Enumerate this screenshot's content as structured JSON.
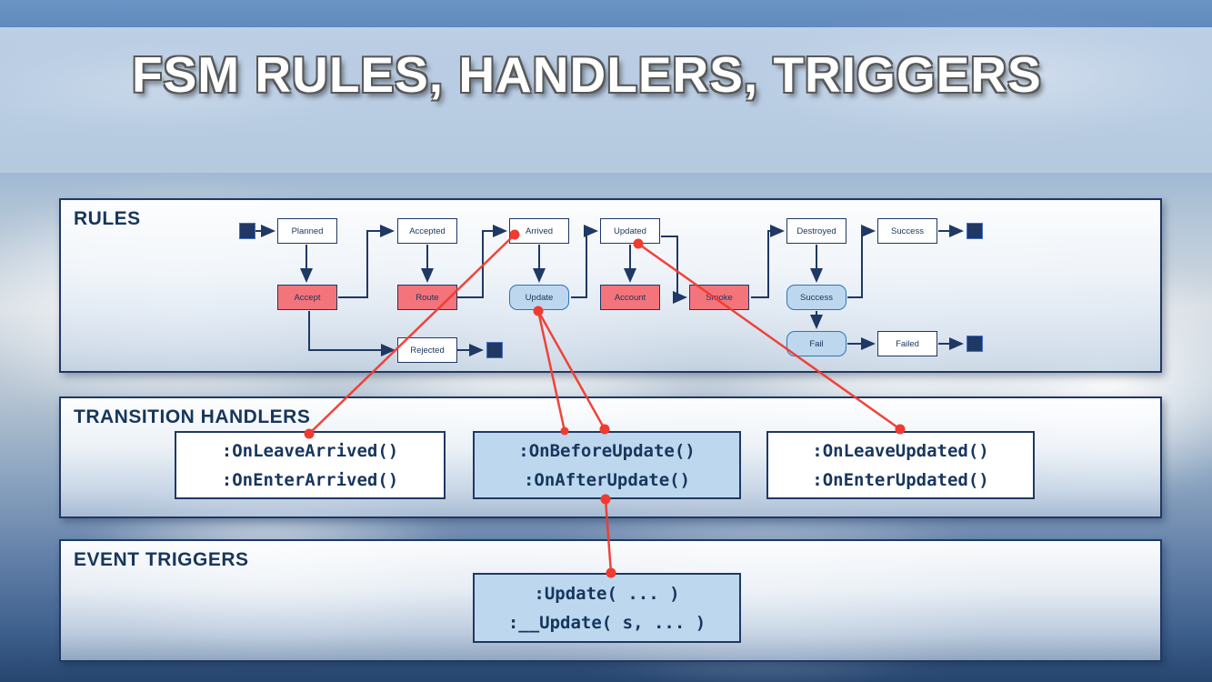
{
  "slide": {
    "title": "FSM RULES, HANDLERS, TRIGGERS"
  },
  "rules_panel": {
    "label": "RULES",
    "states": [
      {
        "label": "Planned"
      },
      {
        "label": "Accepted"
      },
      {
        "label": "Arrived"
      },
      {
        "label": "Updated"
      },
      {
        "label": "Destroyed"
      },
      {
        "label": "Success"
      },
      {
        "label": "Rejected"
      },
      {
        "label": "Failed"
      }
    ],
    "strict_transitions": [
      {
        "label": "Accept"
      },
      {
        "label": "Route"
      },
      {
        "label": "Account"
      },
      {
        "label": "Smoke"
      }
    ],
    "loose_transitions": [
      {
        "label": "Update"
      },
      {
        "label": "Success"
      },
      {
        "label": "Fail"
      }
    ]
  },
  "handlers_panel": {
    "label": "TRANSITION HANDLERS",
    "boxes": [
      {
        "line1": ":OnLeaveArrived()",
        "line2": ":OnEnterArrived()"
      },
      {
        "line1": ":OnBeforeUpdate()",
        "line2": ":OnAfterUpdate()"
      },
      {
        "line1": ":OnLeaveUpdated()",
        "line2": ":OnEnterUpdated()"
      }
    ]
  },
  "triggers_panel": {
    "label": "EVENT TRIGGERS",
    "boxes": [
      {
        "line1": ":Update( ... )",
        "line2": ":__Update( s, ... )"
      }
    ]
  },
  "colors": {
    "navy": "#1F3864",
    "state_fill": "#FFFFFF",
    "strict_transition_fill": "#F4747C",
    "loose_transition_fill": "#BDD7EE",
    "annotation_red": "#F03B30"
  }
}
